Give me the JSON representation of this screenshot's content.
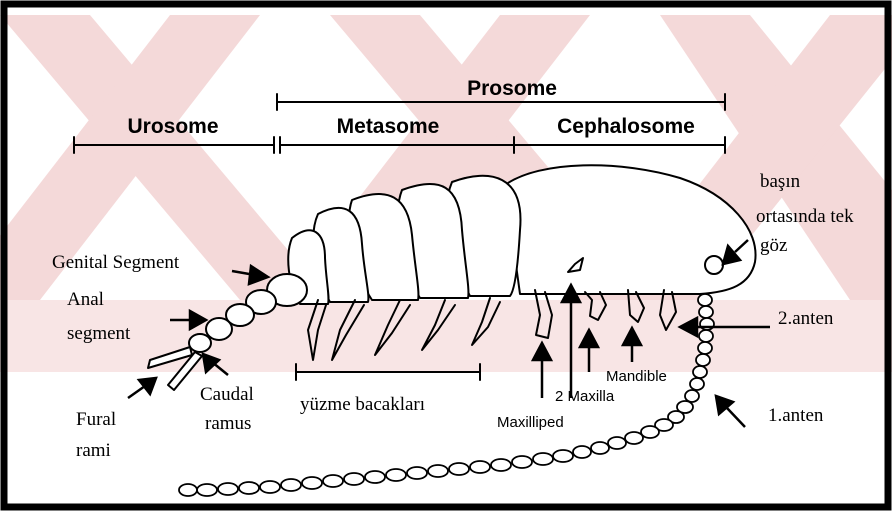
{
  "regions": {
    "prosome": "Prosome",
    "urosome": "Urosome",
    "metasome": "Metasome",
    "cephalosome": "Cephalosome"
  },
  "labels": {
    "genital_segment": "Genital Segment",
    "anal_segment_1": "Anal",
    "anal_segment_2": "segment",
    "caudal_ramus_1": "Caudal",
    "caudal_ramus_2": "ramus",
    "fural_rami_1": "Fural",
    "fural_rami_2": "rami",
    "swimming_legs": "yüzme bacakları",
    "maxilliped": "Maxilliped",
    "maxilla_2": "2 Maxilla",
    "mandible": "Mandible",
    "antenna_1": "1.anten",
    "antenna_2": "2.anten",
    "eye_1": "başın",
    "eye_2": "ortasında tek",
    "eye_3": "göz"
  },
  "colors": {
    "ink": "#000000",
    "watermark": "#f3d3d3",
    "border": "#000000"
  }
}
